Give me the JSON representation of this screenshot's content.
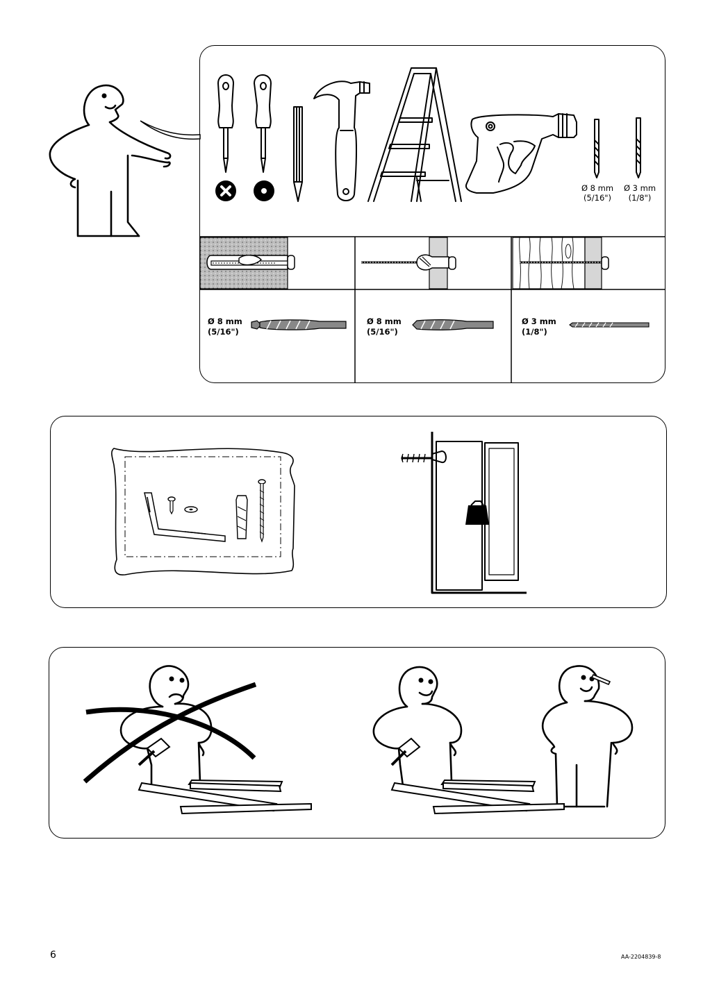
{
  "tools": {
    "drill_bit_1": {
      "size": "Ø 8 mm",
      "inch": "(5/16\")"
    },
    "drill_bit_2": {
      "size": "Ø 3 mm",
      "inch": "(1/8\")"
    },
    "icons": [
      "phillips-screwdriver-icon",
      "flat-screwdriver-icon",
      "pencil-icon",
      "hammer-icon",
      "stepladder-icon",
      "power-drill-icon",
      "drill-bit-icon"
    ]
  },
  "wall_types": [
    {
      "name": "concrete-wall",
      "bit_size": "Ø 8 mm",
      "bit_inch": "(5/16\")"
    },
    {
      "name": "drywall",
      "bit_size": "Ø 8 mm",
      "bit_inch": "(5/16\")"
    },
    {
      "name": "wood-wall",
      "bit_size": "Ø 3 mm",
      "bit_inch": "(1/8\")"
    }
  ],
  "footer": {
    "page_number": "6",
    "doc_code": "AA-2204839-8"
  }
}
